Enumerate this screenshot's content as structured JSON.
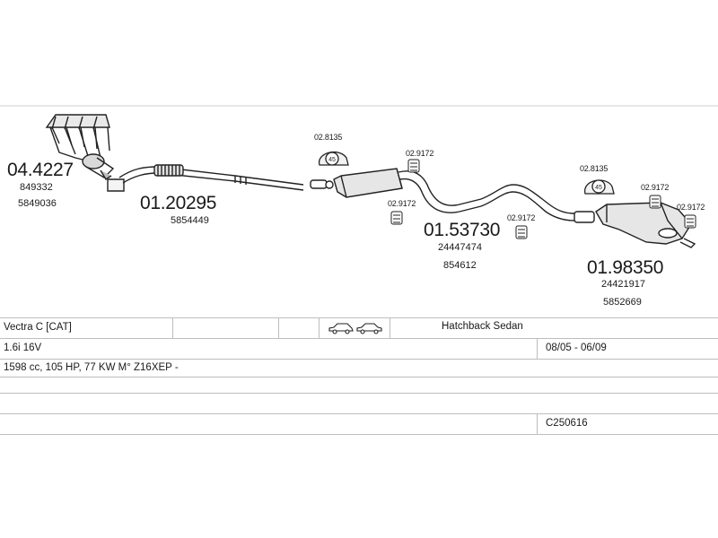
{
  "parts": {
    "manifold": {
      "number": "04.4227",
      "refs": [
        "849332",
        "5849036"
      ]
    },
    "front_pipe": {
      "number": "01.20295",
      "refs": [
        "5854449"
      ]
    },
    "middle_silencer": {
      "number": "01.53730",
      "refs": [
        "24447474",
        "854612"
      ]
    },
    "rear_silencer": {
      "number": "01.98350",
      "refs": [
        "24421917",
        "5852669"
      ]
    }
  },
  "fittings": {
    "clamp_a": "02.8135",
    "clamp_b": "02.8135",
    "clamp_a_value": "45",
    "clamp_b_value": "45",
    "hanger_a": "02.9172",
    "hanger_b": "02.9172",
    "hanger_c": "02.9172",
    "hanger_d": "02.9172",
    "hanger_e": "02.9172"
  },
  "info_table": {
    "model": "Vectra C  [CAT]",
    "body_type": "Hatchback Sedan",
    "engine": "1.6i 16V",
    "years": "08/05 - 06/09",
    "spec": "1598 cc, 105 HP, 77 KW M° Z16XEP -",
    "code": "C250616"
  }
}
